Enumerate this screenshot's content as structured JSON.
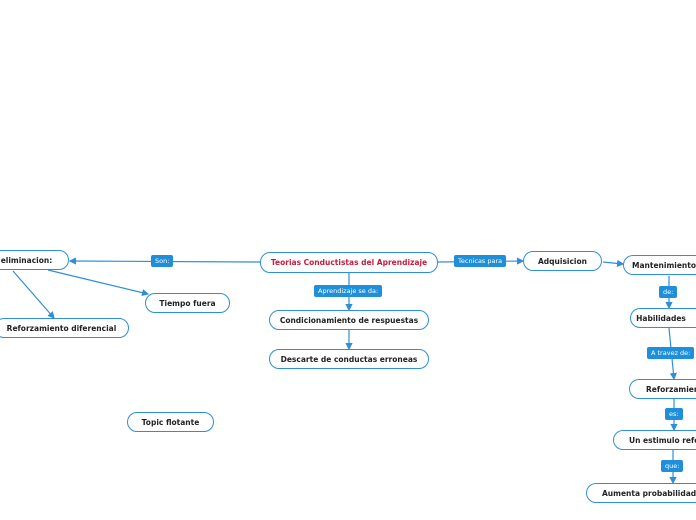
{
  "nodes": {
    "central": "Teorias Conductistas del Aprendizaje",
    "eliminacion": "e eliminacion:",
    "tiempo_fuera": "Tiempo fuera",
    "reforzamiento_diferencial": "Reforzamiento diferencial",
    "condicionamiento": "Condicionamiento de respuestas",
    "descarte": "Descarte de conductas erroneas",
    "adquisicion": "Adquisicion",
    "mantenimiento": "Mantenimiento",
    "habilidades": "Habilidades",
    "reforzamiento": "Reforzamient",
    "estimulo": "Un estimulo refor",
    "aumenta": "Aumenta probabilidad d",
    "topic_flotante": "Topic flotante"
  },
  "labels": {
    "son": "Son:",
    "aprendizaje": "Aprendizaje se da:",
    "tecnicas": "Tecnicas para",
    "de": "de:",
    "a_traves": "A travez de:",
    "es": "es:",
    "que": "que:"
  },
  "colors": {
    "accent": "#2f8fd6",
    "label_bg": "#1e8fd8",
    "central_text": "#c41d3c"
  }
}
